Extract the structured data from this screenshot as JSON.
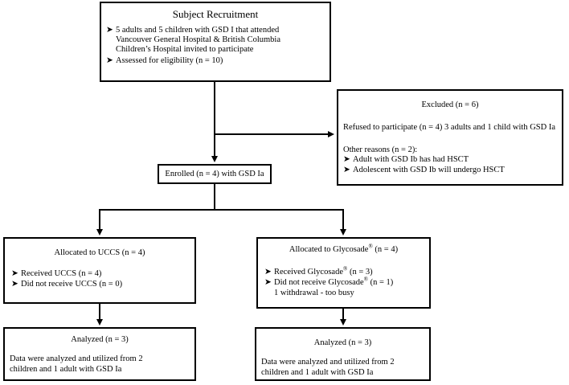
{
  "recruitment": {
    "title": "Subject Recruitment",
    "bullets": [
      "5 adults and 5 children with GSD I that attended",
      "Assessed for eligibility (n = 10)"
    ],
    "continuation": [
      "Vancouver General Hospital & British Columbia",
      "Children’s Hospital invited to participate"
    ],
    "bullet_icon": "arrowhead-bullet-icon"
  },
  "excluded": {
    "title": "Excluded (n = 6)",
    "refused": "Refused to participate (n = 4) 3 adults and 1 child with GSD Ia",
    "other_heading": "Other reasons (n = 2):",
    "bullets": [
      "Adult with GSD Ib has had HSCT",
      "Adolescent with GSD Ib will undergo HSCT"
    ]
  },
  "enrolled": {
    "label": "Enrolled (n = 4) with GSD Ia"
  },
  "uccs": {
    "title": "Allocated to UCCS (n = 4)",
    "bullets": [
      "Received UCCS (n = 4)",
      "Did not receive UCCS (n = 0)"
    ]
  },
  "glycosade": {
    "title_pre": "Allocated to Glycosade",
    "title_post": " (n = 4)",
    "received_pre": "Received Glycosade",
    "received_post": " (n = 3)",
    "notreceived_pre": "Did not receive Glycosade",
    "notreceived_post": " (n = 1)",
    "reg": "®",
    "withdrawal": "1 withdrawal - too busy"
  },
  "analyzed_left": {
    "title": "Analyzed (n = 3)",
    "lines": [
      "Data were analyzed and utilized from 2",
      "children and 1 adult with GSD Ia"
    ]
  },
  "analyzed_right": {
    "title": "Analyzed (n = 3)",
    "lines": [
      "Data were analyzed and utilized from 2",
      "children and 1 adult with GSD Ia"
    ]
  },
  "colors": {
    "line": "#000000",
    "background": "#ffffff"
  }
}
